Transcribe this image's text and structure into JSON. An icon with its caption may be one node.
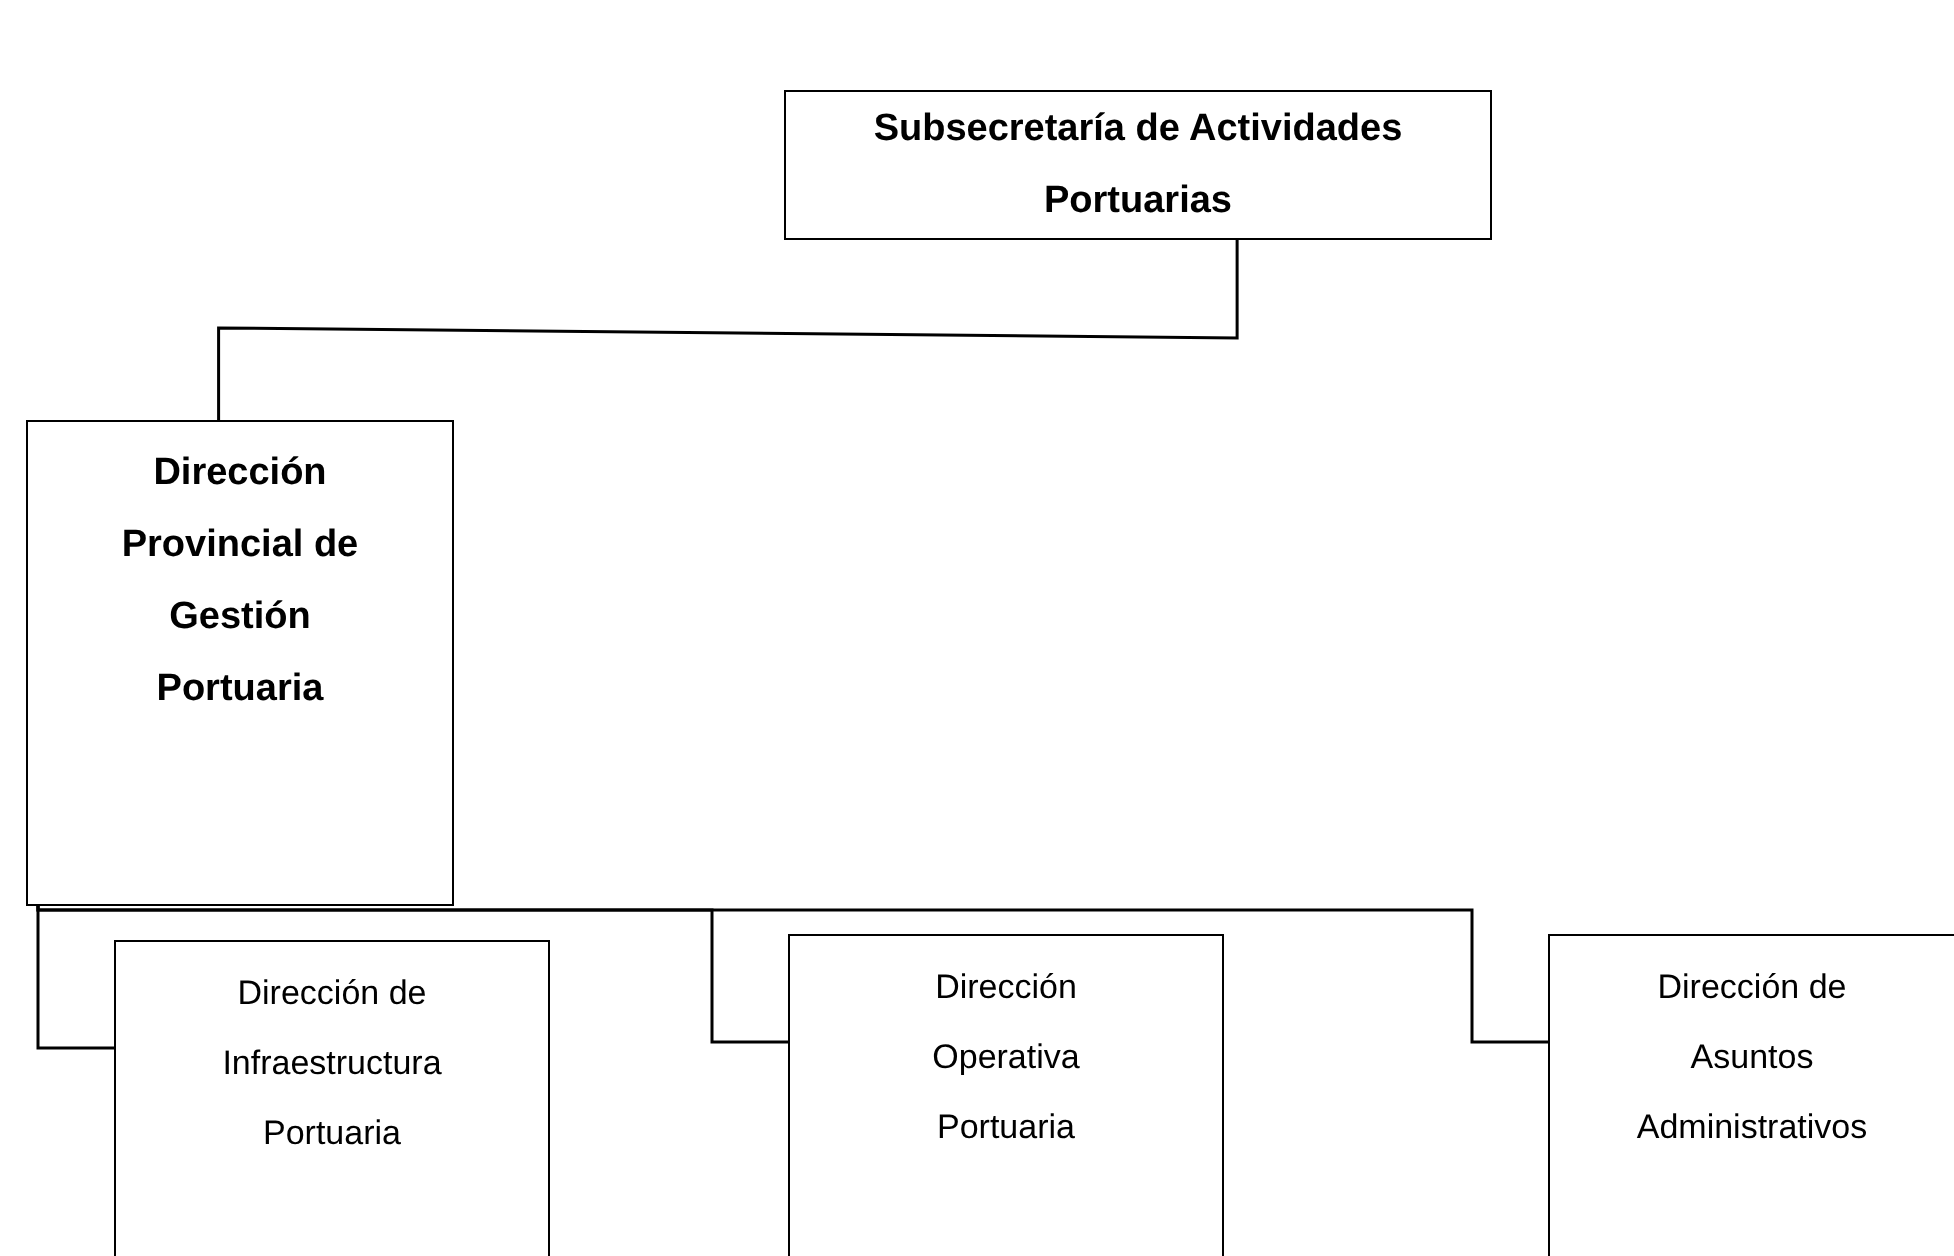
{
  "diagram": {
    "nodes": [
      {
        "text": [
          "Subsecretaría de Actividades Portuarias"
        ]
      },
      {
        "text": [
          "Dirección Provincial de Gestión Portuaria"
        ]
      },
      {
        "text": [
          "Dirección de Infraestructura Portuaria"
        ]
      },
      {
        "text": [
          "Dirección Operativa Portuaria"
        ]
      },
      {
        "text": [
          "Dirección de Asuntos Administrativos"
        ]
      }
    ],
    "edges": [
      {
        "from": 0,
        "to": 1,
        "arrow": "none"
      },
      {
        "from": 1,
        "to": 2,
        "arrow": "none"
      },
      {
        "from": 1,
        "to": 3,
        "arrow": "none"
      },
      {
        "from": 1,
        "to": 4,
        "arrow": "none"
      }
    ]
  }
}
